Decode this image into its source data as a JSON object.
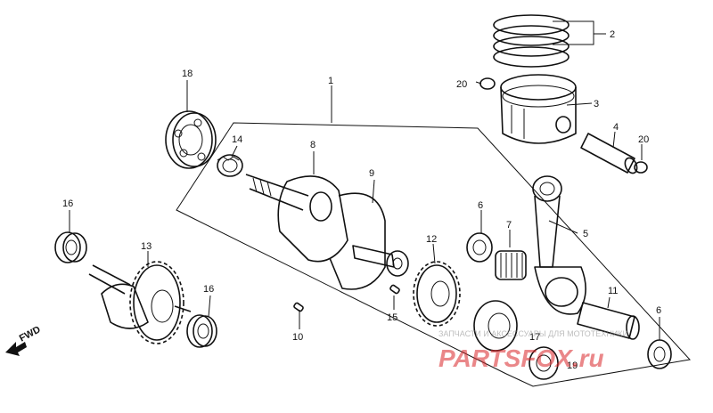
{
  "callouts": [
    {
      "id": "1",
      "text": "1"
    },
    {
      "id": "2",
      "text": "2"
    },
    {
      "id": "3",
      "text": "3"
    },
    {
      "id": "4",
      "text": "4"
    },
    {
      "id": "5",
      "text": "5"
    },
    {
      "id": "6a",
      "text": "6"
    },
    {
      "id": "6b",
      "text": "6"
    },
    {
      "id": "7",
      "text": "7"
    },
    {
      "id": "8",
      "text": "8"
    },
    {
      "id": "9",
      "text": "9"
    },
    {
      "id": "10",
      "text": "10"
    },
    {
      "id": "11",
      "text": "11"
    },
    {
      "id": "12",
      "text": "12"
    },
    {
      "id": "13",
      "text": "13"
    },
    {
      "id": "14",
      "text": "14"
    },
    {
      "id": "15",
      "text": "15"
    },
    {
      "id": "16a",
      "text": "16"
    },
    {
      "id": "16b",
      "text": "16"
    },
    {
      "id": "17",
      "text": "17"
    },
    {
      "id": "18",
      "text": "18"
    },
    {
      "id": "19",
      "text": "19"
    },
    {
      "id": "20a",
      "text": "20"
    },
    {
      "id": "20b",
      "text": "20"
    }
  ],
  "fwd_label": "FWD",
  "watermark": {
    "top_text": "ЗАПЧАСТИ И АКСЕССУАРЫ ДЛЯ МОТОТЕХНИКИ",
    "logo_text": "PARTSFOX.ru",
    "color": "#d9262a"
  }
}
